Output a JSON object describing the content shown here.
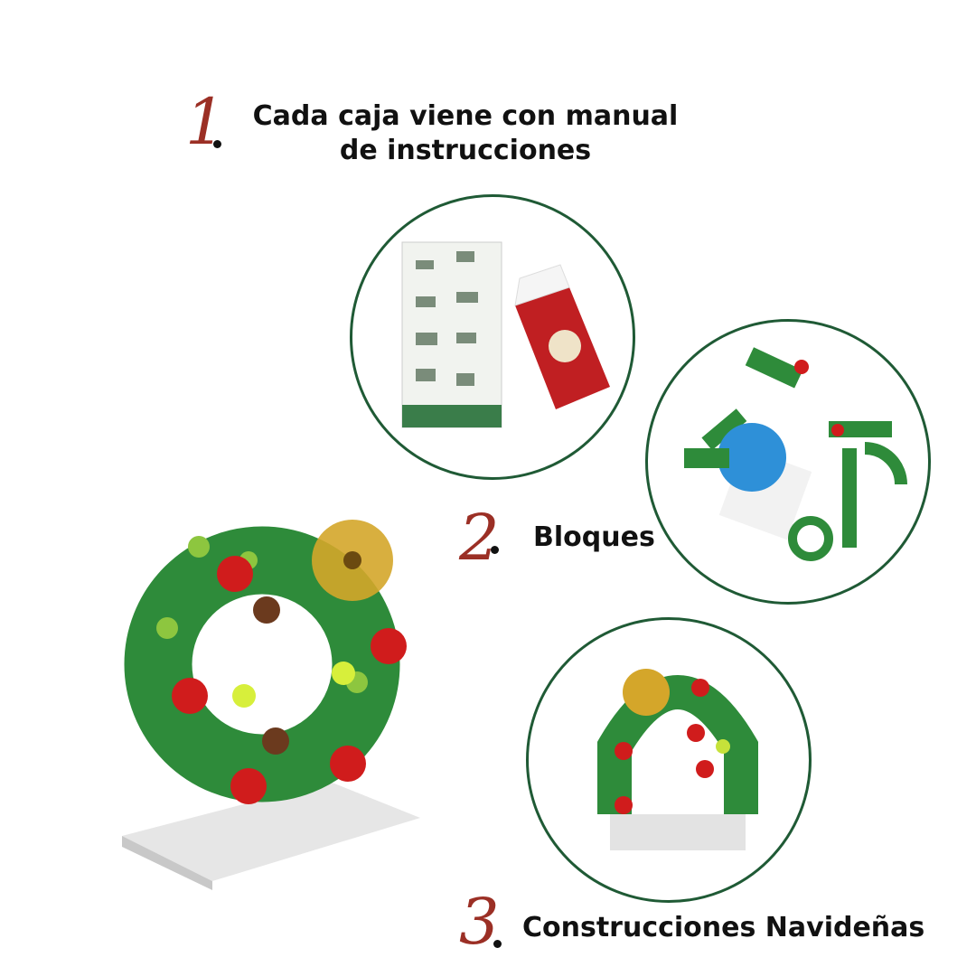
{
  "steps": [
    {
      "number": "1",
      "label_line1": "Cada caja viene con manual",
      "label_line2": "de instrucciones"
    },
    {
      "number": "2",
      "label": "Bloques"
    },
    {
      "number": "3",
      "label": "Construcciones Navideñas"
    }
  ],
  "colors": {
    "numeral": "#9b2f25",
    "circle_border": "#1f5a35",
    "brick_green": "#2e8b3a",
    "brick_red": "#d01c1c",
    "gold": "#d4a62a"
  }
}
